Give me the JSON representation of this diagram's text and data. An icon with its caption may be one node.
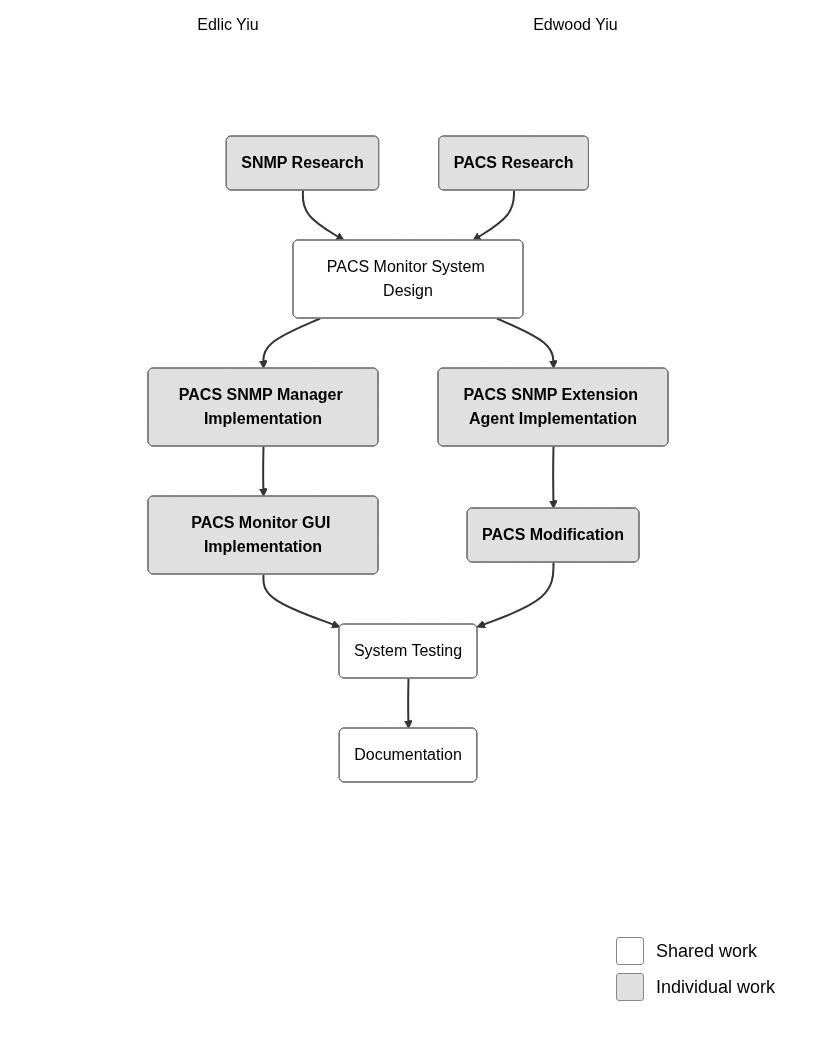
{
  "diagram": {
    "nodes": [
      {
        "text": [
          "SNMP Research"
        ]
      },
      {
        "text": [
          "PACS Research"
        ]
      },
      {
        "text": [
          "PACS Monitor System Design"
        ]
      },
      {
        "text": [
          "PACS SNMP Manager Implementation"
        ]
      },
      {
        "text": [
          "PACS SNMP Extension Agent Implementation"
        ]
      },
      {
        "text": [
          "PACS Monitor GUI Implementation"
        ]
      },
      {
        "text": [
          "PACS Modification"
        ]
      },
      {
        "text": [
          "System Testing"
        ]
      },
      {
        "text": [
          "Documentation"
        ]
      }
    ],
    "edges": [
      {
        "from": 0,
        "to": 2,
        "arrow": "to"
      },
      {
        "from": 1,
        "to": 2,
        "arrow": "to"
      },
      {
        "from": 2,
        "to": 3,
        "arrow": "to"
      },
      {
        "from": 2,
        "to": 4,
        "arrow": "to"
      },
      {
        "from": 3,
        "to": 5,
        "arrow": "to"
      },
      {
        "from": 4,
        "to": 6,
        "arrow": "to"
      },
      {
        "from": 5,
        "to": 7,
        "arrow": "to"
      },
      {
        "from": 6,
        "to": 7,
        "arrow": "to"
      },
      {
        "from": 7,
        "to": 8,
        "arrow": "to"
      }
    ],
    "labels": [
      "Edlic Yiu",
      "Edwood Yiu"
    ],
    "legend": [
      {
        "text": "Shared work",
        "color": "#ffffff"
      },
      {
        "text": "Individual work",
        "color": "#e0e0e0"
      }
    ]
  }
}
